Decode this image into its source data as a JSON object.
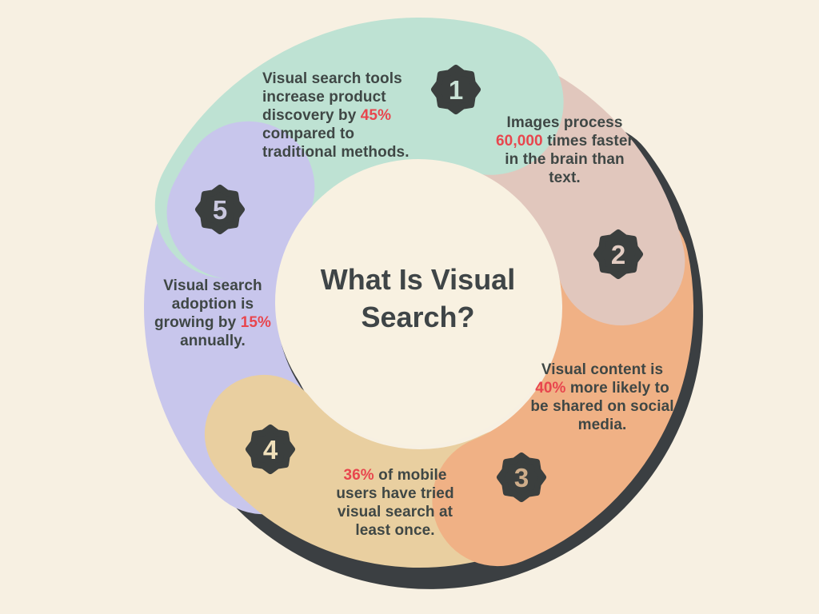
{
  "title": "What Is Visual Search?",
  "colors": {
    "bg": "#f7f0e2",
    "center": "#f8f1e1",
    "shadow": "#3b3f42",
    "badge": "#3b3f3e",
    "text": "#3f4745",
    "title": "#3f4547",
    "highlight": "#e8464e"
  },
  "segments": [
    {
      "number": "1",
      "color": "#bee2d3",
      "badge_number_color": "#c9e2d6",
      "fact": {
        "pre": "Visual search tools increase product discovery by ",
        "highlight": "45%",
        "post": " compared to traditional methods."
      }
    },
    {
      "number": "2",
      "color": "#e1c7bd",
      "badge_number_color": "#e3cdc3",
      "fact": {
        "pre": "Images process ",
        "highlight": "60,000",
        "post": " times faster in the brain than text."
      }
    },
    {
      "number": "3",
      "color": "#f0b185",
      "badge_number_color": "#cead8a",
      "fact": {
        "pre": "Visual content is ",
        "highlight": "40%",
        "post": " more likely to be shared on social media."
      }
    },
    {
      "number": "4",
      "color": "#e9cfa0",
      "badge_number_color": "#f0e0ba",
      "fact": {
        "pre": "",
        "highlight": "36%",
        "post": " of mobile users have tried visual search at least once."
      }
    },
    {
      "number": "5",
      "color": "#c8c6ec",
      "badge_number_color": "#c9c7de",
      "fact": {
        "pre": "Visual search adoption is growing by ",
        "highlight": "15%",
        "post": " annually."
      }
    }
  ]
}
